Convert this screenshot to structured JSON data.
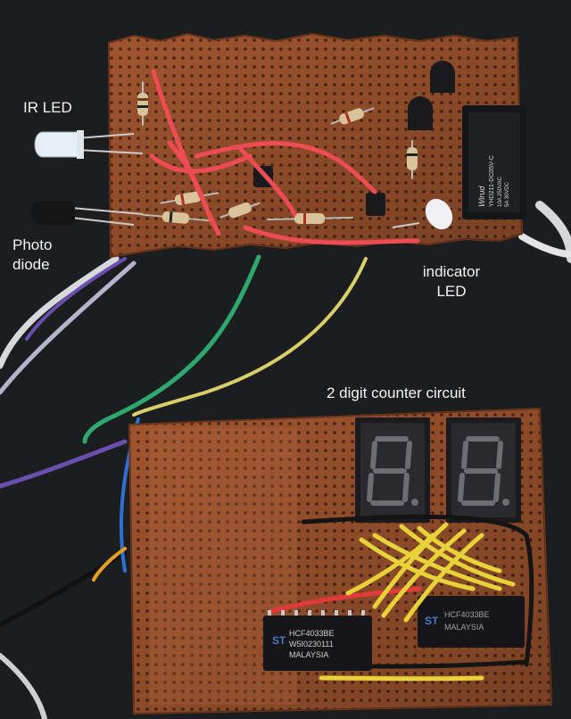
{
  "labels": {
    "ir_led": "IR LED",
    "photo_diode": "Photo diode",
    "indicator_led": "indicator LED",
    "counter": "2 digit counter circuit"
  },
  "ic_top": {
    "line1": "HCF4033BE",
    "line2": "W5I0230111",
    "line3": "MALAYSIA"
  },
  "ic_right": {
    "line1": "HCF4033BE",
    "line2": "MALAYSIA"
  },
  "relay": {
    "brand": "Wirud",
    "line1": "YHD211-DC05V-C",
    "line2": "10A 250VAC",
    "line3": "5A 30VDC"
  },
  "colors": {
    "background": "#1c1d1f",
    "board": "#a0552f",
    "board_dark": "#7f3f20",
    "hole": "#4b2613",
    "red_wire": "#ee4c55",
    "yellow_wire": "#e8d23a",
    "green_wire": "#2ea86e",
    "purple_wire": "#6a4fae",
    "white_wire": "#d7d8dc",
    "blue_wire": "#2f6fd0"
  }
}
